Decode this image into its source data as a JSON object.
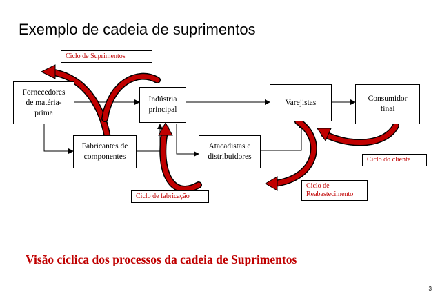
{
  "title": "Exemplo de cadeia de suprimentos",
  "nodes": {
    "fornecedores": "Fornecedores\nde matéria-\nprima",
    "fabricantes": "Fabricantes de\ncomponentes",
    "industria": "Indústria\nprincipal",
    "atacadistas": "Atacadistas e\ndistribuidores",
    "varejistas": "Varejistas",
    "consumidor": "Consumidor\nfinal"
  },
  "cycles": {
    "suprimentos": "Ciclo de Suprimentos",
    "fabricacao": "Ciclo de fabricação",
    "reabastecimento": "Ciclo de\nReabastecimento",
    "cliente": "Ciclo do cliente"
  },
  "subtitle": "Visão cíclica dos processos da cadeia de Suprimentos",
  "page_number": "3",
  "colors": {
    "cycle_arrow": "#c00000",
    "cycle_text": "#c00000"
  }
}
